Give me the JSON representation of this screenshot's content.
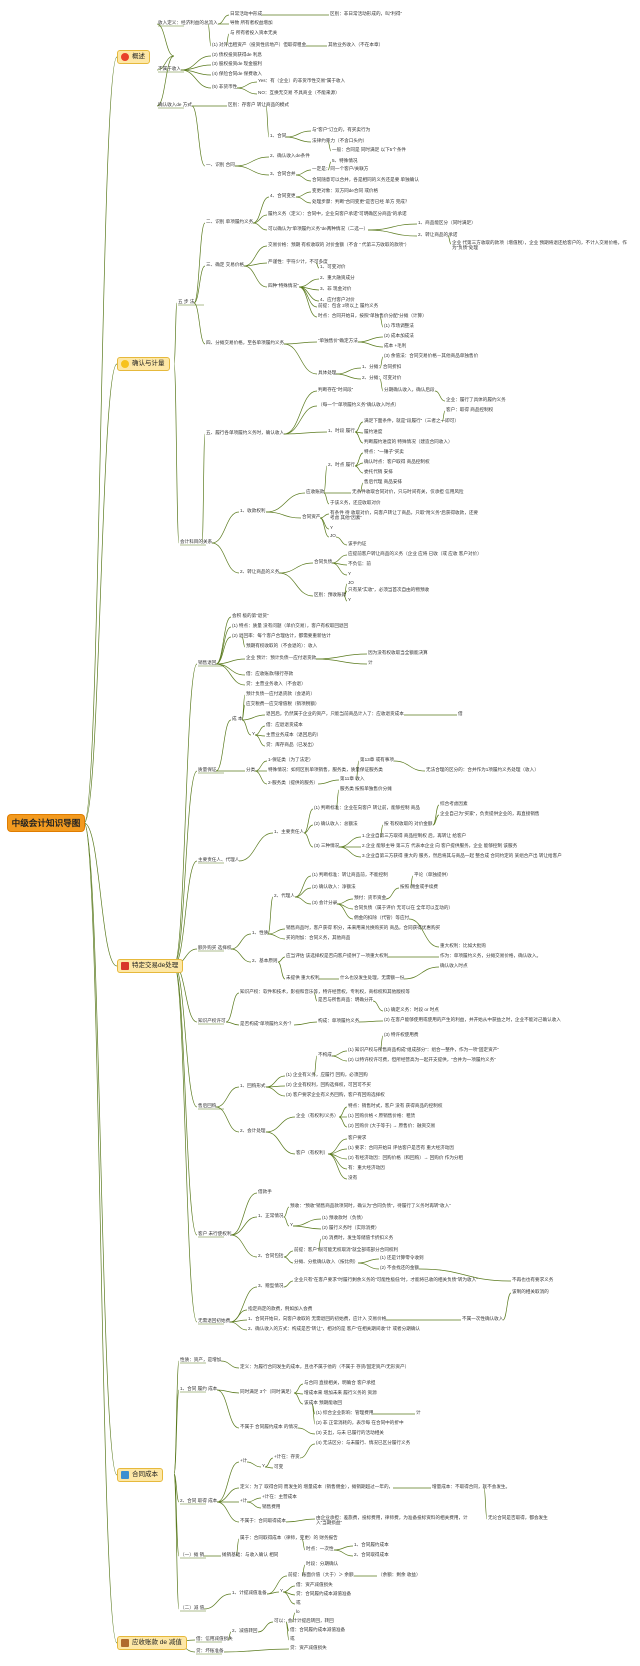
{
  "root": "中级会计知识导图",
  "colors": {
    "root": "#f29a1f",
    "branch": "#fde7a6",
    "line": "#5a7a1e"
  },
  "branches": {
    "b1": {
      "label": "概述",
      "icon": "flame-icon"
    },
    "b2": {
      "label": "确认与计量",
      "icon": "star-icon"
    },
    "b3": {
      "label": "特定交易de处理",
      "icon": "flag-icon"
    },
    "b4": {
      "label": "合同成本",
      "icon": "table-icon"
    },
    "b5": {
      "label": "应收账款 de 减值",
      "icon": "box-icon"
    }
  },
  "s1": {
    "a": "收入定义：经济利益的总流入",
    "a1": "日常活动中形成",
    "a1r": "区别：非日常活动形成的，叫“利得”",
    "a2": "导致 所有者权益增加",
    "a3": "与 所有者投入资本无关",
    "b": "不属于收入",
    "b1": "(1) 对外出租资产（投资性房地产）但取得租金",
    "b1r": "其他业务收入（不在本章）",
    "b2": "(2) 债权投资获得de 利息",
    "b3": "(3) 股权投资de 现金股利",
    "b4": "(4) 保险合同de 保费收入",
    "b5": "(5) 非货币性",
    "b5a": "Yes：有（企业）的非货币性交易“属于收入",
    "b5b": "NO：互换无交易 不具商业（不能来源）",
    "c": "确认收入de 方式",
    "cr": "区别：存客户 转让商品的模式"
  },
  "s2": {
    "five": "五 步 法",
    "i1": "一、识别 合同",
    "i1a": "1、合同",
    "i1a1": "与“客户”订立的，有买卖行为",
    "i1a2": "法律约束力（不含口头约）",
    "i1b": "2、确认收入de条件",
    "i1b1": "一般：合同是 同时满足 以下5个条件",
    "i1b2": "5、特殊情况",
    "i1c": "3、合同合并",
    "i1c1": "一定是：同一个客户/关联方",
    "i1c2": "合同随意可以合并，各是相同的义务还是要 单独确认",
    "i1d": "4、合同变更",
    "i1d1": "变更对象：双方同de合同 或价格",
    "i1d2": "处理步骤：判断“合同变更”是否已经 单方 完成？",
    "i2": "二、识别 单项履约义务",
    "i2a": "履约义务（定义）：合同中，企业向客户承诺“可明确区分商品”的承诺",
    "i2b": "可以确认为“单项履约义务”de两种情况（二选一）",
    "i2b1": "1、商品能区分（同时满足）",
    "i2b2": "2、转让商品的承诺",
    "i3": "三、确定 交易价格",
    "i3a": "交易价格：预期 有权收取的 对价金额（不含 “ 代第三方收取的款项”）",
    "i3ar": "企业 代第三方收取的款项（增值税），企业 预期将退还给客户的，不计入交易价格，作为“负债”处理",
    "i3b": "严谨性：字符少计，不可多度",
    "i3c": "四种“特殊情况”",
    "i3c1": "1、可变对价",
    "i3c2": "2、重大融资成分",
    "i3c3": "3、非 现金对价",
    "i3c4": "4、应付客户对价",
    "i4": "四、分摊交易价格，至各单项履约义务",
    "i4a": "前提：包含 2项以上 履约义务",
    "i4b": "时点：合同开始日，按照“单独售价分配”分摊（计算）",
    "i4c": "“单独售价”确定方法",
    "i4c1": "(1) 市场调整法",
    "i4c2": "(2) 成本加成法",
    "i4c3": "成本 +毛利",
    "i4c4": "(3) 余值法：合同交易价格－其他商品单独售价",
    "i4d": "具体处理",
    "i4d1": "1、分摊：合同折扣",
    "i4d2": "2、分摊：可变对价",
    "i5": "五、履行各单项履约义务时，确认收入",
    "i5a": "判断存在“时间段”",
    "i5ar": "分期确认收入，确认后段",
    "i5b": "（每一个“单项履约义务”确认收入时点）",
    "i5b1": "企业：履行了具体的履约义务",
    "i5b2": "客户：取得 商品控制权",
    "i5c": "1、时段 履行",
    "i5c1": "满足下面条件，就是“段履行”（三者之一即可）",
    "i5c2": "履约进度",
    "i5c3": "判断履约进度的 特殊情况（建造合同收入）",
    "i5d": "2、时点 履行",
    "i5d1": "特点：“一锤子”买卖",
    "i5d2": "确认时点：客户取得 商品控制权",
    "i5d3": "委托代销 安排",
    "i5d4": "售后代理 商品安排",
    "i6": "会计科目的关系",
    "i6a": "1、收款权利",
    "i6a1": "应收账款",
    "i6a1r": "无条件收取合同对价，只与时间有关，仅承担 信用风险",
    "i6a2": "合同资产",
    "i6a2a": "于该义务，还应收取对价",
    "i6a2b": "有条件 待 收取对价，向客户转让了商品，只取“附义务”后获得收款，还要考虑 其他“因素”",
    "i6a3": "Y",
    "i6a4": "JO",
    "i6b": "2、转让商品的义务",
    "i6b1": "合同负债",
    "i6b1a": "该手约证",
    "i6b1b": "应提前客户转让商品的义务（企业 应将 已收（或 应收 客户对价）",
    "i6b1c": "不负信：前",
    "i6b1d": "Y",
    "i6b1e": "JO",
    "i6b2": "区别：预收账款",
    "i6b2a": "只有某“实收”，必须当首次自由的物预收",
    "i6b2b": "Y"
  },
  "s3": {
    "a": "销售退回",
    "a0": "会积 极的第“退货”",
    "a1": "(1) 特点：质量 没有问题（单价交易），客户有权取回退回",
    "a2": "(2) 退回率：每个客户合理估计，都需要重新估计",
    "a2a": "预期有权收取的（不会退的）：收入",
    "a3": "企业 预计：预计负债—应付退货款",
    "a3a": "因为没有权收取当全额能决算",
    "a3b": "计",
    "a4": "借：应收账款/银行存款",
    "a5": "贷：主营业务收入（不会退）",
    "a6": "预计负债—应付退货款（会退的）",
    "a7": "应交税费—应交增值税（销项税额）",
    "a8": "成 本",
    "a8a": "退回后，仍然属于企业的资产，只能当前商品计入了：应收退货成本",
    "a8r": "借",
    "a9": "Y",
    "a9a": "借：应退退货成本",
    "a9b": "主营业务成本（退回后的）",
    "a9c": "贷：库存商品（已发出）",
    "b": "质量保证",
    "b0": "分类",
    "b1": "1-保证类（为了法定）",
    "b1r": "第13章 或有事项",
    "b2": "特殊情况：如何区别单项销售，服务类，质量保证服务类",
    "b2r": "无法合理的区分的：合并作为1项履约义务处理（收入）",
    "b3": "2-服务类（提供的服务）",
    "b3a": "第11章 收入",
    "b3b": "服务类 按照单独售价分摊",
    "c": "主要责任人、代理人",
    "c1": "1、主要责任人",
    "c1a": "(1) 判断标准：企业在向客户 转让前，能够控制 商品",
    "c1a1": "综合考虑因素",
    "c1a2": "企业自己为“买家”，负责提供企业的，再直接销售",
    "c1b": "(2) 确认收入：总额法",
    "c1br": "按 有权收取的 对价金额",
    "c1c": "(3) 三种情况",
    "c1c1": "1.企业自第三方取得 商品控制权 后，再转让 给客户",
    "c1c2": "2.企业 能够主导 第三方 代表本企业 向 客户提供服务，企业 能够控制 该服务",
    "c1c3": "3.企业自第三方获得 重大的 服务，然后将其与商品一起 整合成 合同约定的 某组合产出 转让给客户",
    "c2": "2、代理人",
    "c2a": "(1) 判断标准：转让商品前，不能控制",
    "c2ar": "平论（单独提供）",
    "c2b": "(2) 确认收入：净额法",
    "c2br": "按照 佣金或手续费",
    "c2c": "(3) 会计分录",
    "c2c1": "预付：货币资金",
    "c2c2": "合同负债（属于评价 无可以在 全年可以互动的）",
    "c2c3": "佣金的扣除（代管）等应付",
    "d": "额外购买 选择权",
    "d1": "1、性质",
    "d1a": "销售商品时，客户获得 积分，未来用来兑换购买的 商品，合同获得优惠购买",
    "d1b": "买的附加：合同义务，其他商品",
    "d2": "2、基本原则",
    "d2a": "应当评估 该选择权是否向客户提供了一项重大权利",
    "d2a1": "重大权利：比如大批购",
    "d2a2": "作为：单项履约义务，分摊交易价格，确认收入。",
    "d2a3": "确认收入时点",
    "d2b": "未提供 重大权利",
    "d2br": "什么也没发生处理，无需额一份",
    "e": "知识产权许可",
    "e0": "知识产权：软件和技术，影视和音乐等，特许经营权，专利权，商标权和其他版权等",
    "e1": "是否构成“单项履约义务”？",
    "e1a": "是否与所售商品：明确分开",
    "e1b": "构成：单项履约义务",
    "e1b1": "(1) 确定义务：时段 or 时点",
    "e1b2": "(2) 在客户能够使用或使用的产生的利益，并开始从中获益之时，企业不能对己确认收入",
    "e1b3": "(3) 特许权使用费",
    "e1c": "不构成",
    "e1c1": "(1) 知识产权与所售商品构成“组成部分”：组合一整件，作为一项“固定资产”",
    "e1c2": "(2) 以特许权许可费，但所经营高为一起开支提供，“合并为一项履约义务”",
    "f": "售后回购",
    "f1": "1、回购形式",
    "f1a": "(1) 企业有义务，应履行 回购，必须回购",
    "f1b": "(2) 企业有权利，回购选择权，可回可不买",
    "f1c": "(3) 客户要求企业有义务回购，客户有回购选择权",
    "f2": "2、会计处理",
    "f2a": "企业（有权利/义务）",
    "f2a0": "特点：销售时式，客户 没有 获得商品的控制权",
    "f2a1": "(1) 回购价格 < 原销售价格：租赁",
    "f2a2": "(2) 回购价 (大于等于) → 原售价：融资交易",
    "f2b": "客户（有权利）",
    "f2b0": "客户要求",
    "f2b1": "(1) 要求：合同开始日 评估客户是否有 重大经济动因",
    "f2b2": "(2) 有经济动因：回购价格（和回购）→ 回购价 作为分租",
    "f2b3": "有：重大经济动因",
    "f2b4": "没有",
    "g": "客户 未行使权利",
    "g0": "借款手",
    "g1": "1、正常情况",
    "g1a": "预收：“预收”销售商品款项同时，确认为“合同负债”，待履行了义务时再转“收入”",
    "g1b": "Y",
    "g1b1": "(1) 预收款时（负债）",
    "g1b2": "(2) 履行义务时（实际消费）",
    "g1b3": "(3) 消费时，发生等储值卡折扣义务",
    "g2": "2、合同包括",
    "g2a": "前提：客户“很可能无权取消”就全部或部分合同权利",
    "g2b": "分摊、分批确认收入（按比例）",
    "g2b1": "(1) 还是计算零令收到",
    "g2b2": "(2) 不会找还的金额",
    "g3": "3、赠型情况",
    "g3a": "企业只有“在客户要求”时履行剩余义务的“可能性极低”时，才能将已收的相关负债“转为收入”",
    "g3b": "不再也也有要求义务",
    "g3c": "该制的相关取消的",
    "h": "无需退回初始费",
    "h1": "指定商定的款费，例如加入会费",
    "h2": "1、合同开始日，向客户收取的 无需退回的初始费，应计入 交易价格",
    "h2r": "不属一次性确认收入",
    "h3": "2、确认收入的方式：构成是否“转让”，相对的是 客户“在相关期间收”计 或者分期确认"
  },
  "s4": {
    "a": "性质：资产，是增加",
    "b": "1、合同 履约 成本",
    "b1": "定义：为履行合同发生的成本，且也不属于他的（不属于 存货/固定资产/无形资产）",
    "b2": "同时满足 3个（同时满足）",
    "b2a": "与合同 直接相关，明确合 客户承担",
    "b2b": "增成本来 增加未来 履行义务的 资源",
    "b2c": "该成本 预期能收回",
    "b3": "不属于 合同履约成本 的情况",
    "b3a": "(1) 综合企业影响：管理费用",
    "b3ar": "计",
    "b3b": "(2) 非 正常消耗的，表示每 在合同中的折中",
    "b3c": "(3) 支出，与未 已履行的活动相关",
    "b3d": "(4) 无法区分：与未履行、情况已区分履行义务",
    "b4": "+计",
    "b4a": "Y",
    "b4b": "+计在：存货",
    "b4c": "可变",
    "c": "2、合同 取得 成本",
    "c1": "定义：为了 取得合同 而发生的 增量成本（销售佣金），摊销期超过一年的，",
    "c1r": "增量成本：不取得合同，就不会发生。",
    "c2": "+计",
    "c2a": "+计在：主营成本",
    "c2b": "销售费用",
    "c3": "不属于：合同取得成本",
    "c3a": "由企业承担：差旅费，投标费用，律师费，为准备投标资料的相关费用，计入“当期损益”",
    "c3r": "无论合同是否取得，都会发生",
    "c4": "属于：合同取得成本（律师，变更）的 财务报告",
    "d": "（一）摊 销",
    "d0": "摊销基础：与收入确认 相同",
    "d1": "时点：一次性",
    "d1a": "1、合同履约成本",
    "d1b": "2、合同取得成本",
    "d2": "时段：分期确认",
    "e": "（二）减 值",
    "e1": "1、计提减值准备",
    "e1a": "前提：账面价值（大于）＞ 余额",
    "e1ar": "（余额：剩余 收益）",
    "e1b": "Y",
    "e1b1": "借：资产减值损失",
    "e1b2": "贷：合同履约成本减值准备",
    "e1b3": "或",
    "e1c": "lo",
    "e2": "2、减值转回",
    "e2a": "可以：会计计提后转回，转回",
    "e2b": "借：合同履约成本减值准备",
    "e2c": "或",
    "e2d": "贷：资产减值损失"
  },
  "s5": {
    "a": "借：信用减值损失",
    "b": "贷：坏账准备"
  }
}
